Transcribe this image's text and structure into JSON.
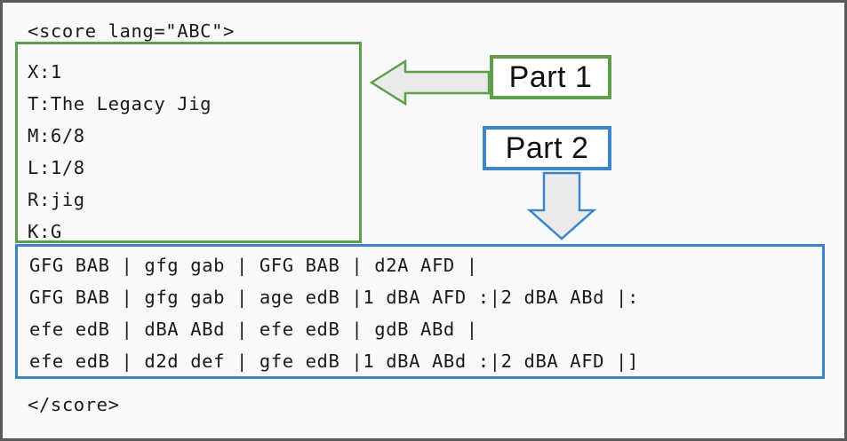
{
  "document": {
    "open_tag": "<score lang=\"ABC\">",
    "close_tag": "</score>"
  },
  "header_block": {
    "region_label": "Part 1",
    "region_color": "#5f9e4a",
    "lines": [
      "X:1",
      "T:The Legacy Jig",
      "M:6/8",
      "L:1/8",
      "R:jig",
      "K:G"
    ]
  },
  "body_block": {
    "region_label": "Part 2",
    "region_color": "#3d85c8",
    "lines": [
      "GFG BAB | gfg gab | GFG BAB | d2A AFD |",
      "GFG BAB | gfg gab | age edB |1 dBA AFD :|2 dBA ABd |:",
      "efe edB | dBA ABd | efe edB | gdB ABd |",
      "efe edB | d2d def | gfe edB |1 dBA ABd :|2 dBA AFD |]"
    ]
  },
  "annotations": {
    "arrow_to_part1": "left-arrow-icon",
    "arrow_to_part2": "down-arrow-icon"
  },
  "colors": {
    "frame": "#595959",
    "canvas": "#f7f9fb",
    "green": "#5f9e4a",
    "blue": "#3d85c8",
    "arrow_fill": "#eaeaea",
    "text": "#1a1a1a"
  }
}
